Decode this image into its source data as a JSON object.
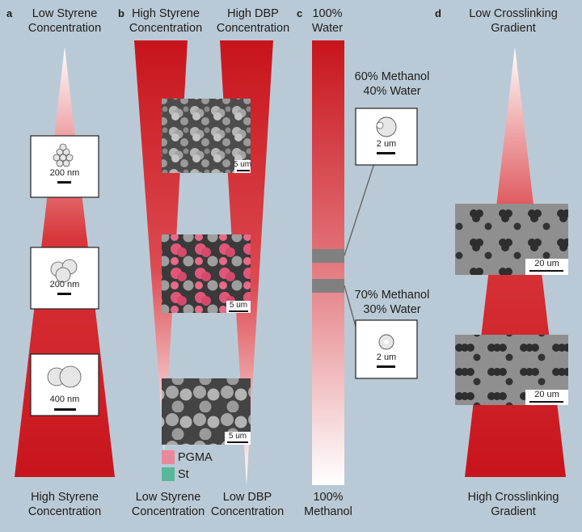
{
  "panels": [
    {
      "letter": "a",
      "top_label": [
        "Low Styrene",
        "Concentration"
      ],
      "bottom_label": [
        "High Styrene",
        "Concentration"
      ],
      "insets": [
        {
          "scale_label": "200 nm",
          "particle": "cluster"
        },
        {
          "scale_label": "200 nm",
          "particle": "triplet"
        },
        {
          "scale_label": "400 nm",
          "particle": "doublet"
        }
      ]
    },
    {
      "letter": "b",
      "top_labels": [
        [
          "High Styrene",
          "Concentration"
        ],
        [
          "High DBP",
          "Concentration"
        ]
      ],
      "bottom_labels": [
        [
          "Low Styrene",
          "Concentration"
        ],
        [
          "Low DBP",
          "Concentration"
        ]
      ],
      "micrographs": [
        {
          "scale_label": "5 um"
        },
        {
          "scale_label": "5 um"
        },
        {
          "scale_label": "5 um"
        }
      ],
      "legend": [
        {
          "label": "PGMA",
          "color": "#e8889a"
        },
        {
          "label": "St",
          "color": "#5ab89a"
        }
      ]
    },
    {
      "letter": "c",
      "top_label": [
        "100%",
        "Water"
      ],
      "bottom_label": [
        "100%",
        "Methanol"
      ],
      "callouts": [
        {
          "label": [
            "60% Methanol",
            "40% Water"
          ],
          "scale_label": "2 um"
        },
        {
          "label": [
            "70% Methanol",
            "30% Water"
          ],
          "scale_label": "2 um"
        }
      ]
    },
    {
      "letter": "d",
      "top_label": [
        "Low Crosslinking",
        "Gradient"
      ],
      "bottom_label": [
        "High Crosslinking",
        "Gradient"
      ],
      "micrographs": [
        {
          "scale_label": "20 um"
        },
        {
          "scale_label": "20 um"
        }
      ]
    }
  ],
  "colors": {
    "background": "#b9cad6",
    "gradient_red": "#c8141c",
    "gradient_white": "#ffffff",
    "band_gray": "#808080"
  }
}
